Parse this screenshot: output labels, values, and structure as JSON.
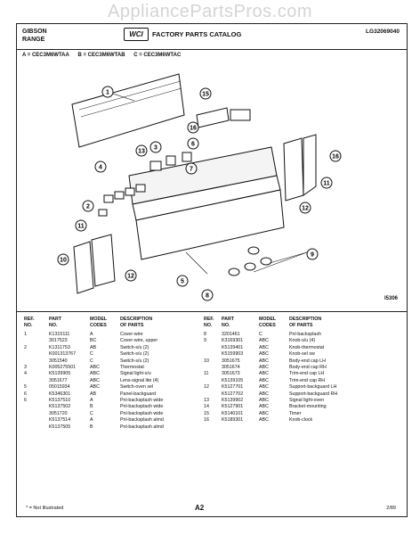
{
  "watermark": "AppliancePartsPros.com",
  "header": {
    "brand_line1": "GIBSON",
    "brand_line2": "RANGE",
    "logo_text": "WCI",
    "title": "FACTORY PARTS CATALOG",
    "catalog_no": "LG32069040"
  },
  "models": [
    "A = CEC3M6WTAA",
    "B = CEC3M6WTAB",
    "C = CEC3M6WTAC"
  ],
  "diagram_code": "I5306",
  "callouts": [
    "1",
    "2",
    "3",
    "4",
    "5",
    "6",
    "7",
    "8",
    "9",
    "10",
    "11",
    "11",
    "12",
    "12",
    "13",
    "15",
    "16",
    "16"
  ],
  "table_headers": {
    "ref": "REF.\nNO.",
    "part": "PART\nNO.",
    "model": "MODEL\nCODES",
    "desc": "DESCRIPTION\nOF PARTS"
  },
  "left_rows": [
    {
      "ref": "1",
      "part": "K1315111",
      "model": "A",
      "desc": "Cover-wire"
    },
    {
      "ref": "",
      "part": "3017523",
      "model": "BC",
      "desc": "Cover-wire, upper"
    },
    {
      "ref": "2",
      "part": "K1311753",
      "model": "AB",
      "desc": "Switch-s/u (2)"
    },
    {
      "ref": "",
      "part": "K001313767",
      "model": "C",
      "desc": "Switch-s/u (2)"
    },
    {
      "ref": "",
      "part": "3051540",
      "model": "C",
      "desc": "Switch-s/u (2)"
    },
    {
      "ref": "3",
      "part": "K005275501",
      "model": "ABC",
      "desc": "Thermostat"
    },
    {
      "ref": "4",
      "part": "K5139905",
      "model": "ABC",
      "desc": "Signal light-s/u"
    },
    {
      "ref": "",
      "part": "3051677",
      "model": "ABC",
      "desc": "Lens-signal lite (4)"
    },
    {
      "ref": "5",
      "part": "05015934",
      "model": "ABC",
      "desc": "Switch-oven sel"
    },
    {
      "ref": "6",
      "part": "K5346301",
      "model": "AB",
      "desc": "Panel-backguard"
    },
    {
      "ref": "6",
      "part": "K5137510",
      "model": "A",
      "desc": "Pnl-backsplash wide"
    },
    {
      "ref": "",
      "part": "K5137502",
      "model": "B",
      "desc": "Pnl-backsplash wide"
    },
    {
      "ref": "",
      "part": "3051720",
      "model": "C",
      "desc": "Pnl-backsplash wide"
    },
    {
      "ref": "",
      "part": "K5137514",
      "model": "A",
      "desc": "Pnl-backsplash almd"
    },
    {
      "ref": "",
      "part": "K5137505",
      "model": "B",
      "desc": "Pnl-backsplash almd"
    }
  ],
  "right_rows": [
    {
      "ref": "8",
      "part": "3201461",
      "model": "C",
      "desc": "Pnl-backsplash"
    },
    {
      "ref": "9",
      "part": "K3169301",
      "model": "ABC",
      "desc": "Knob-s/u (4)"
    },
    {
      "ref": "",
      "part": "K5139401",
      "model": "ABC",
      "desc": "Knob-thermostat"
    },
    {
      "ref": "",
      "part": "K5159903",
      "model": "ABC",
      "desc": "Knob-sel sw"
    },
    {
      "ref": "10",
      "part": "3051675",
      "model": "ABC",
      "desc": "Body-end cap LH"
    },
    {
      "ref": "",
      "part": "3051674",
      "model": "ABC",
      "desc": "Body-end cap RH"
    },
    {
      "ref": "11",
      "part": "3051673",
      "model": "ABC",
      "desc": "Trim-end cap LH"
    },
    {
      "ref": "",
      "part": "K5139105",
      "model": "ABC",
      "desc": "Trim-end cap RH"
    },
    {
      "ref": "12",
      "part": "K5127701",
      "model": "ABC",
      "desc": "Support-backguard LH"
    },
    {
      "ref": "",
      "part": "K5127702",
      "model": "ABC",
      "desc": "Support-backguard RH"
    },
    {
      "ref": "13",
      "part": "K5139902",
      "model": "ABC",
      "desc": "Signal light-oven"
    },
    {
      "ref": "14",
      "part": "K5127901",
      "model": "ABC",
      "desc": "Bracket-mounting"
    },
    {
      "ref": "15",
      "part": "K5140101",
      "model": "ABC",
      "desc": "Timer"
    },
    {
      "ref": "16",
      "part": "K5189301",
      "model": "ABC",
      "desc": "Knob-clock"
    }
  ],
  "footer": {
    "note": "* = Not Illustrated",
    "page": "A2",
    "date": "2/89"
  }
}
